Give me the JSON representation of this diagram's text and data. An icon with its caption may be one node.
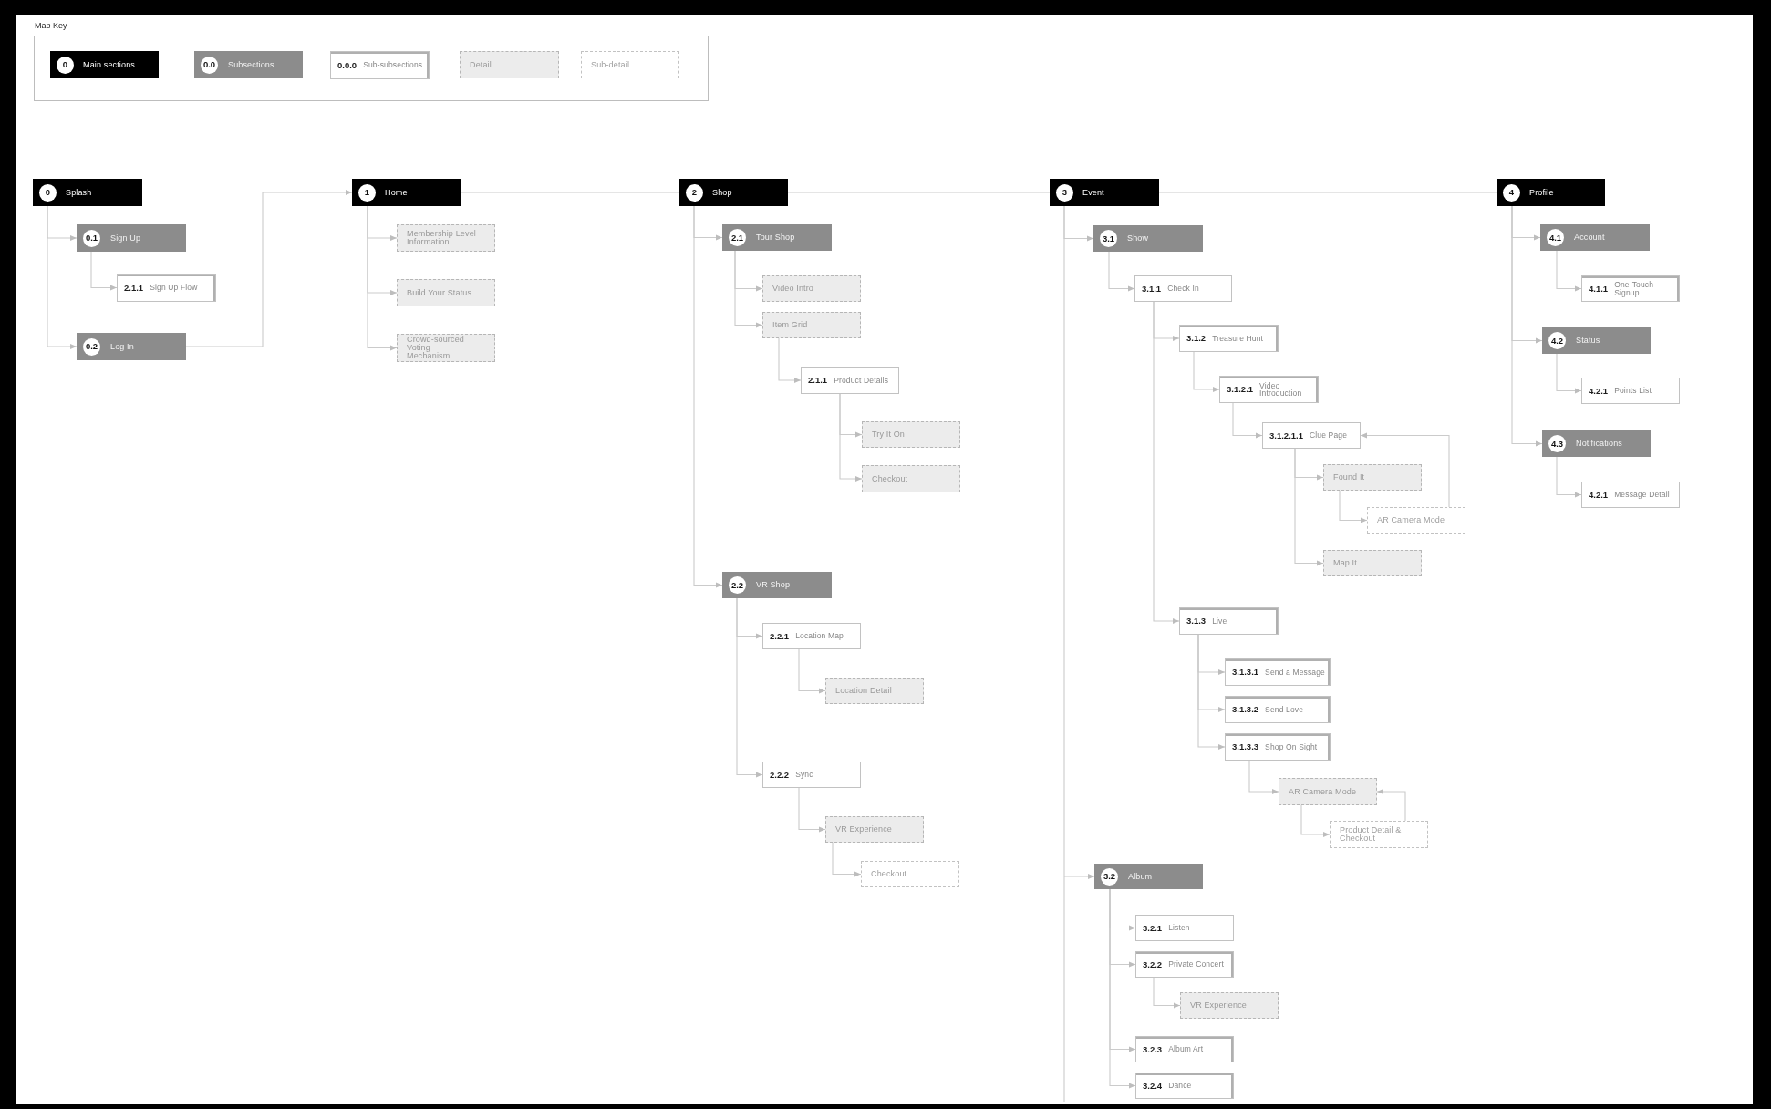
{
  "diagram": {
    "nodes": [
      {
        "text": [
          "Map Key"
        ]
      },
      {
        "text": [
          "0",
          "Main sections"
        ],
        "in": 0
      },
      {
        "text": [
          "0.0",
          "Subsections"
        ],
        "in": 0
      },
      {
        "text": [
          "0.0.0",
          "Sub-subsections"
        ],
        "in": 0
      },
      {
        "text": [
          "Detail"
        ],
        "in": 0
      },
      {
        "text": [
          "Sub-detail"
        ],
        "in": 0
      },
      {
        "text": [
          "0",
          "Splash"
        ]
      },
      {
        "text": [
          "0.1",
          "Sign Up"
        ]
      },
      {
        "text": [
          "2.1.1",
          "Sign Up Flow"
        ]
      },
      {
        "text": [
          "0.2",
          "Log In"
        ]
      },
      {
        "text": [
          "1",
          "Home"
        ]
      },
      {
        "text": [
          "Membership Level Information"
        ]
      },
      {
        "text": [
          "Build Your Status"
        ]
      },
      {
        "text": [
          "Crowd-sourced Voting Mechanism"
        ]
      },
      {
        "text": [
          "2",
          "Shop"
        ]
      },
      {
        "text": [
          "2.1",
          "Tour Shop"
        ]
      },
      {
        "text": [
          "Video Intro"
        ]
      },
      {
        "text": [
          "Item Grid"
        ]
      },
      {
        "text": [
          "2.1.1",
          "Product Details"
        ]
      },
      {
        "text": [
          "Try It On"
        ]
      },
      {
        "text": [
          "Checkout"
        ]
      },
      {
        "text": [
          "2.2",
          "VR Shop"
        ]
      },
      {
        "text": [
          "2.2.1",
          "Location Map"
        ]
      },
      {
        "text": [
          "Location Detail"
        ]
      },
      {
        "text": [
          "2.2.2",
          "Sync"
        ]
      },
      {
        "text": [
          "VR Experience"
        ]
      },
      {
        "text": [
          "Checkout"
        ]
      },
      {
        "text": [
          "3",
          "Event"
        ]
      },
      {
        "text": [
          "3.1",
          "Show"
        ]
      },
      {
        "text": [
          "3.1.1",
          "Check In"
        ]
      },
      {
        "text": [
          "3.1.2",
          "Treasure Hunt"
        ]
      },
      {
        "text": [
          "3.1.2.1",
          "Video Introduction"
        ]
      },
      {
        "text": [
          "3.1.2.1.1",
          "Clue Page"
        ]
      },
      {
        "text": [
          "Found It"
        ]
      },
      {
        "text": [
          "AR Camera Mode"
        ]
      },
      {
        "text": [
          "Map It"
        ]
      },
      {
        "text": [
          "3.1.3",
          "Live"
        ]
      },
      {
        "text": [
          "3.1.3.1",
          "Send a Message"
        ]
      },
      {
        "text": [
          "3.1.3.2",
          "Send Love"
        ]
      },
      {
        "text": [
          "3.1.3.3",
          "Shop On Sight"
        ]
      },
      {
        "text": [
          "AR Camera Mode"
        ]
      },
      {
        "text": [
          "Product Detail & Checkout"
        ]
      },
      {
        "text": [
          "3.2",
          "Album"
        ]
      },
      {
        "text": [
          "3.2.1",
          "Listen"
        ]
      },
      {
        "text": [
          "3.2.2",
          "Private Concert"
        ]
      },
      {
        "text": [
          "VR Experience"
        ]
      },
      {
        "text": [
          "3.2.3",
          "Album Art"
        ]
      },
      {
        "text": [
          "3.2.4",
          "Dance"
        ]
      },
      {
        "text": [
          "4",
          "Profile"
        ]
      },
      {
        "text": [
          "4.1",
          "Account"
        ]
      },
      {
        "text": [
          "4.1.1",
          "One-Touch Signup"
        ]
      },
      {
        "text": [
          "4.2",
          "Status"
        ]
      },
      {
        "text": [
          "4.2.1",
          "Points List"
        ]
      },
      {
        "text": [
          "4.3",
          "Notifications"
        ]
      },
      {
        "text": [
          "4.2.1",
          "Message Detail"
        ]
      }
    ],
    "edges": [
      {
        "from": 6,
        "to": 7,
        "arrow": "to"
      },
      {
        "from": 6,
        "to": 9,
        "arrow": "to"
      },
      {
        "from": 7,
        "to": 8,
        "arrow": "to"
      },
      {
        "from": 9,
        "to": 10,
        "arrow": "to"
      },
      {
        "from": 10,
        "to": 11,
        "arrow": "to"
      },
      {
        "from": 10,
        "to": 12,
        "arrow": "to"
      },
      {
        "from": 10,
        "to": 13,
        "arrow": "to"
      },
      {
        "from": 10,
        "to": 14,
        "arrow": "none"
      },
      {
        "from": 14,
        "to": 15,
        "arrow": "to"
      },
      {
        "from": 14,
        "to": 21,
        "arrow": "to"
      },
      {
        "from": 15,
        "to": 16,
        "arrow": "to"
      },
      {
        "from": 15,
        "to": 17,
        "arrow": "to"
      },
      {
        "from": 17,
        "to": 18,
        "arrow": "to"
      },
      {
        "from": 18,
        "to": 19,
        "arrow": "to"
      },
      {
        "from": 18,
        "to": 20,
        "arrow": "to"
      },
      {
        "from": 21,
        "to": 22,
        "arrow": "to"
      },
      {
        "from": 21,
        "to": 24,
        "arrow": "to"
      },
      {
        "from": 22,
        "to": 23,
        "arrow": "to"
      },
      {
        "from": 24,
        "to": 25,
        "arrow": "to"
      },
      {
        "from": 25,
        "to": 26,
        "arrow": "to"
      },
      {
        "from": 14,
        "to": 27,
        "arrow": "none"
      },
      {
        "from": 27,
        "to": 28,
        "arrow": "to"
      },
      {
        "from": 27,
        "to": 42,
        "arrow": "to"
      },
      {
        "from": 28,
        "to": 29,
        "arrow": "to"
      },
      {
        "from": 29,
        "to": 30,
        "arrow": "to"
      },
      {
        "from": 29,
        "to": 36,
        "arrow": "to"
      },
      {
        "from": 30,
        "to": 31,
        "arrow": "to"
      },
      {
        "from": 31,
        "to": 32,
        "arrow": "to"
      },
      {
        "from": 32,
        "to": 33,
        "arrow": "to"
      },
      {
        "from": 32,
        "to": 35,
        "arrow": "to"
      },
      {
        "from": 33,
        "to": 34,
        "arrow": "to"
      },
      {
        "from": 34,
        "to": 32,
        "arrow": "to"
      },
      {
        "from": 36,
        "to": 37,
        "arrow": "to"
      },
      {
        "from": 36,
        "to": 38,
        "arrow": "to"
      },
      {
        "from": 36,
        "to": 39,
        "arrow": "to"
      },
      {
        "from": 39,
        "to": 40,
        "arrow": "to"
      },
      {
        "from": 40,
        "to": 41,
        "arrow": "to"
      },
      {
        "from": 41,
        "to": 40,
        "arrow": "to"
      },
      {
        "from": 42,
        "to": 43,
        "arrow": "to"
      },
      {
        "from": 42,
        "to": 44,
        "arrow": "to"
      },
      {
        "from": 44,
        "to": 45,
        "arrow": "to"
      },
      {
        "from": 42,
        "to": 46,
        "arrow": "to"
      },
      {
        "from": 42,
        "to": 47,
        "arrow": "to"
      },
      {
        "from": 27,
        "to": 48,
        "arrow": "none"
      },
      {
        "from": 48,
        "to": 49,
        "arrow": "to"
      },
      {
        "from": 48,
        "to": 51,
        "arrow": "to"
      },
      {
        "from": 48,
        "to": 53,
        "arrow": "to"
      },
      {
        "from": 49,
        "to": 50,
        "arrow": "to"
      },
      {
        "from": 51,
        "to": 52,
        "arrow": "to"
      },
      {
        "from": 53,
        "to": 54,
        "arrow": "to"
      }
    ]
  }
}
